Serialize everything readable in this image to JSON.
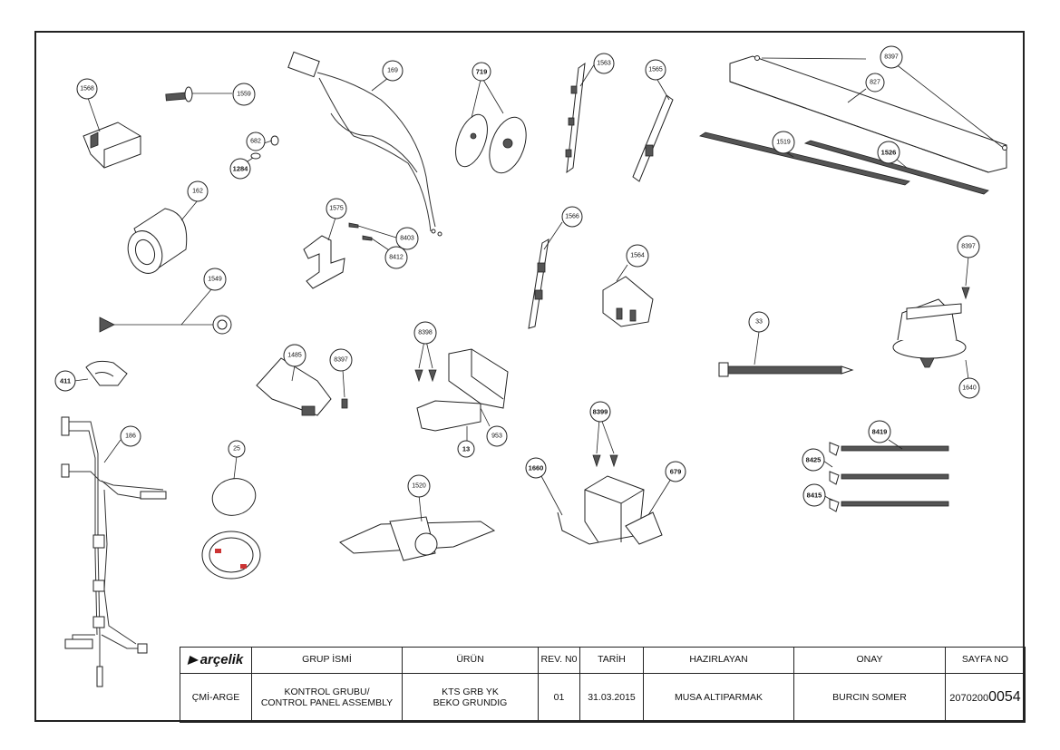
{
  "callouts": [
    "1568",
    "1559",
    "682",
    "1284",
    "162",
    "1549",
    "411",
    "186",
    "169",
    "1575",
    "8403",
    "8412",
    "1485",
    "8397",
    "25",
    "1520",
    "719",
    "8398",
    "13",
    "953",
    "1563",
    "1566",
    "1564",
    "8399",
    "1660",
    "679",
    "1565",
    "8397",
    "827",
    "1519",
    "1526",
    "8397",
    "33",
    "1640",
    "8419",
    "8425",
    "8415"
  ],
  "title_block": {
    "logo": "arçelik",
    "headers": {
      "group_name": "GRUP İSMİ",
      "product": "ÜRÜN",
      "rev": "REV. N0",
      "date": "TARİH",
      "prepared_by": "HAZIRLAYAN",
      "approval": "ONAY",
      "page_no": "SAYFA NO"
    },
    "values": {
      "department": "ÇMİ-ARGE",
      "group_name_tr": "KONTROL GRUBU/",
      "group_name_en": "CONTROL PANEL ASSEMBLY",
      "product_line1": "KTS GRB YK",
      "product_line2": "BEKO GRUNDIG",
      "rev": "01",
      "date": "31.03.2015",
      "prepared_by": "MUSA ALTIPARMAK",
      "approval": "BURCIN SOMER",
      "page_no_prefix": "2070200",
      "page_no_main": "0054"
    }
  }
}
